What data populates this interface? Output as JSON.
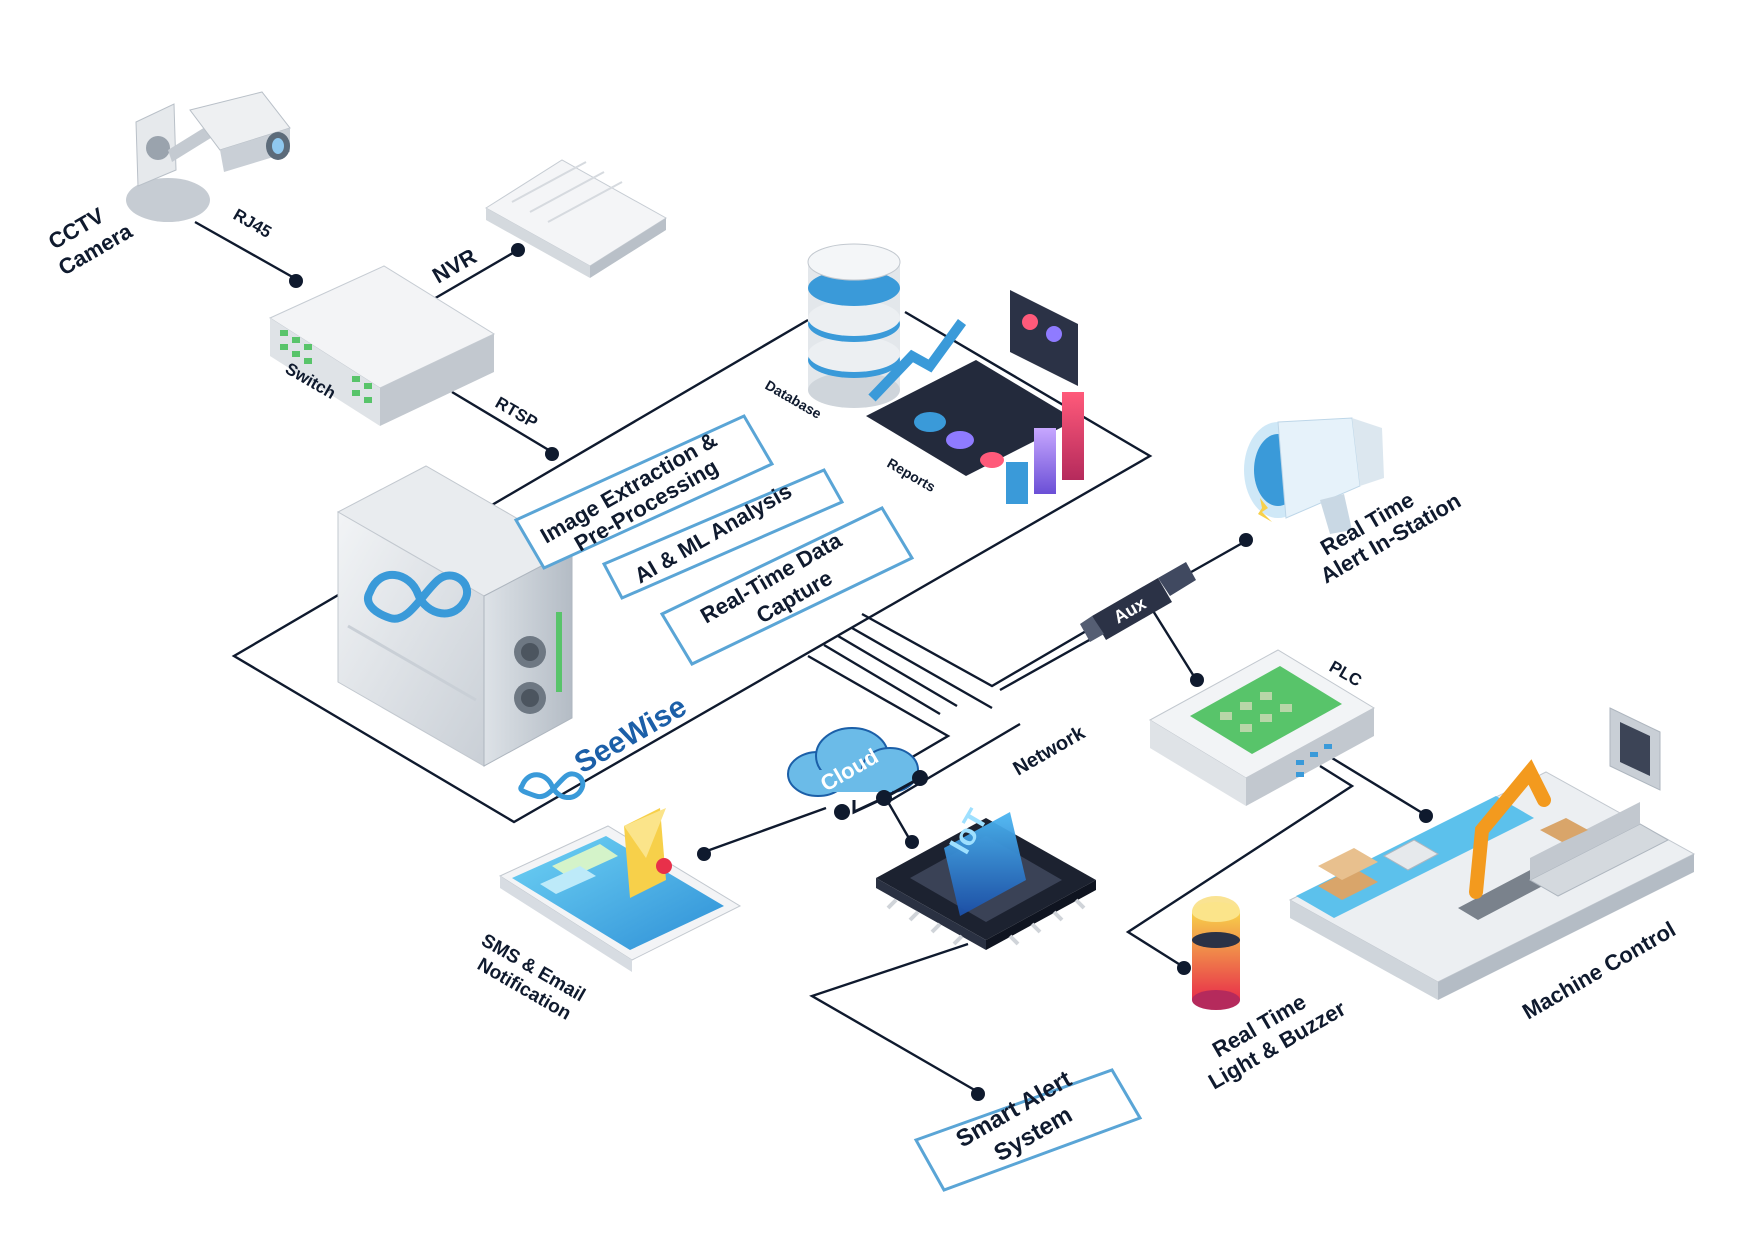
{
  "labels": {
    "cctv_l1": "CCTV",
    "cctv_l2": "Camera",
    "rj45": "RJ45",
    "nvr": "NVR",
    "switch": "Switch",
    "rtsp": "RTSP",
    "database": "Database",
    "reports": "Reports",
    "network": "Network",
    "cloud": "Cloud",
    "aux": "Aux",
    "plc": "PLC",
    "alert_station_l1": "Real Time",
    "alert_station_l2": "Alert In-Station",
    "sms_l1": "SMS & Email",
    "sms_l2": "Notification",
    "light_l1": "Real Time",
    "light_l2": "Light & Buzzer",
    "machine_control": "Machine Control",
    "brand": "SeeWise",
    "iot": "IoT"
  },
  "process_boxes": {
    "image_l1": "Image Extraction &",
    "image_l2": "Pre-Processing",
    "ai": "AI & ML Analysis",
    "capture_l1": "Real-Time Data",
    "capture_l2": "Capture"
  },
  "smart_alert": {
    "l1": "Smart Alert",
    "l2": "System"
  },
  "colors": {
    "line": "#0f1a2e",
    "accent_blue": "#3a9ad9",
    "cloud_blue": "#6bbbe8",
    "box_border": "#5aa5d6",
    "alert_red": "#e8304a",
    "robot_orange": "#f39a1e"
  }
}
